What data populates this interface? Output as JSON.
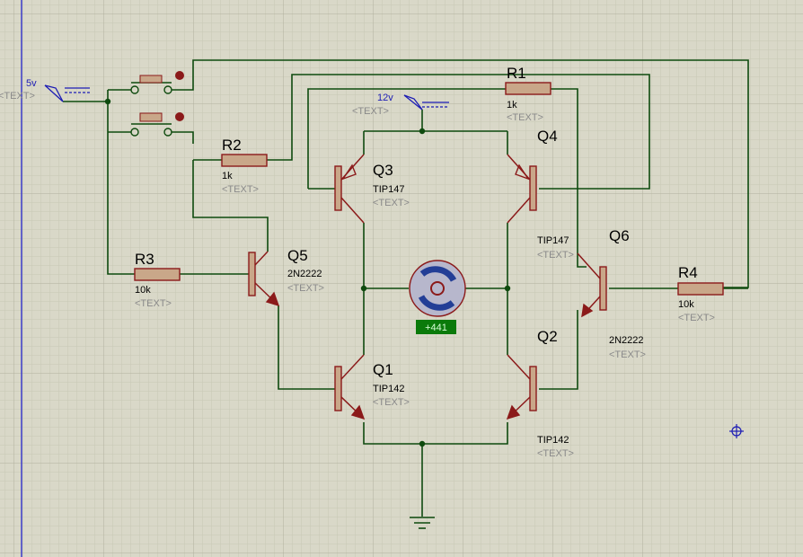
{
  "colors": {
    "background": "#d9d8c8",
    "grid_minor": "#c8c7b5",
    "grid_major": "#b1b09e",
    "wire": "#0e4a0e",
    "component": "#8b1a1a",
    "resistor_fill": "#c9a789",
    "label": "#000000",
    "placeholder": "#8a8a8a",
    "terminal": "#1c1cb4",
    "motor_body": "#b7b7cc",
    "motor_arc": "#233e96",
    "readout_bg": "#0a7a0a",
    "readout_text": "#d8ffd8",
    "junction": "#0e4a0e",
    "left_rule": "#3b3bc8"
  },
  "placeholder_text": "<TEXT>",
  "terminals": [
    {
      "id": "5v",
      "label": "5v"
    },
    {
      "id": "12v",
      "label": "12v"
    }
  ],
  "resistors": [
    {
      "ref": "R1",
      "value": "1k"
    },
    {
      "ref": "R2",
      "value": "1k"
    },
    {
      "ref": "R3",
      "value": "10k"
    },
    {
      "ref": "R4",
      "value": "10k"
    }
  ],
  "transistors": [
    {
      "ref": "Q1",
      "part": "TIP142"
    },
    {
      "ref": "Q2",
      "part": "TIP142"
    },
    {
      "ref": "Q3",
      "part": "TIP147"
    },
    {
      "ref": "Q4",
      "part": "TIP147"
    },
    {
      "ref": "Q5",
      "part": "2N2222"
    },
    {
      "ref": "Q6",
      "part": "2N2222"
    }
  ],
  "switches": [
    {
      "id": "switch-1"
    },
    {
      "id": "switch-2"
    }
  ],
  "motor": {
    "readout": "+441"
  },
  "ground": {
    "name": "ground-symbol"
  },
  "cursor_icon": "crosshair-icon"
}
